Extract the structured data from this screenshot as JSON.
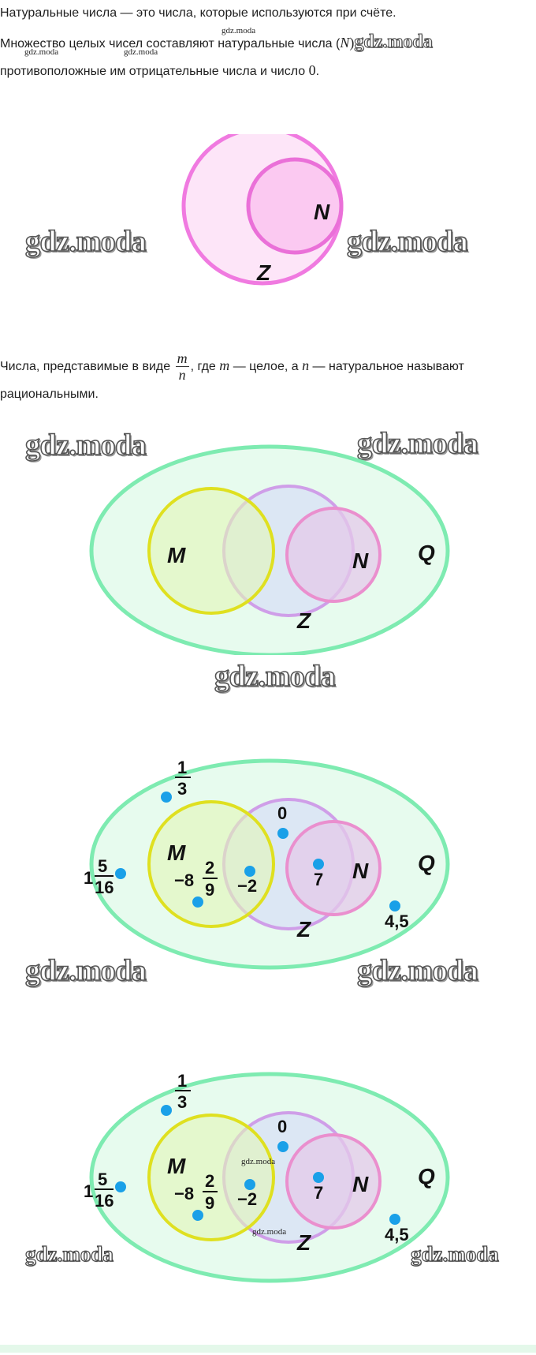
{
  "texts": {
    "p1": "Натуральные числа — это числа, которые используются при счёте.",
    "p2_a": "Множество целых чисел составляют натуральные числа (",
    "p2_var": "N",
    "p2_b": ")",
    "p3": "противоположные им отрицательные числа и число",
    "p3_zero": "0",
    "p3_end": ".",
    "p4_a": "Числа, представимые в виде",
    "p4_num": "m",
    "p4_den": "n",
    "p4_b": ", где",
    "p4_m": "m",
    "p4_c": "— целое, а",
    "p4_n": "n",
    "p4_d": "— натуральное называют",
    "p5": "рациональными."
  },
  "watermark": "gdz.moda",
  "labels": {
    "N": "N",
    "Z": "Z",
    "M": "M",
    "Q": "Q"
  },
  "numbers": {
    "one": "1",
    "three": "3",
    "zero": "0",
    "mixed_whole": "1",
    "five": "5",
    "sixteen": "16",
    "neg8": "−8",
    "two": "2",
    "nine": "9",
    "neg2": "−2",
    "seven": "7",
    "four_five": "4,5"
  },
  "colors": {
    "pink_fill": "#fbd4f4",
    "pink_stroke": "#f07ae0",
    "green_fill": "#e7fbee",
    "green_stroke": "#7eebb1",
    "purple_fill": "#dde4f4",
    "purple_stroke": "#cf9ee8",
    "yellow_fill": "#e4f7c4",
    "yellow_stroke": "#dfe020",
    "n_fill": "#e4c9ea",
    "n_stroke": "#ea8fce",
    "dot": "#1aa0e8"
  }
}
